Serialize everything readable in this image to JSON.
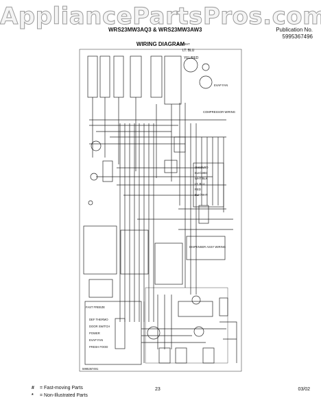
{
  "header": {
    "watermark": "AppliancePartsPros.com",
    "model": "WRS23MW3AQ3 & WRS23MW3AW3",
    "publication_label": "Publication No.",
    "publication_number": "5995367496",
    "diagram_title": "WIRING DIAGRAM"
  },
  "diagram": {
    "top_labels": [
      "LT. BLU",
      "YEL/RED",
      "BLU/WHT"
    ],
    "labels_left": [
      "FAST FREEZE",
      "DEF THERMO",
      "DOOR SWITCH",
      "POWER",
      "EVAP FAN",
      "FRESH FOOD"
    ],
    "labels_middle": [
      "OHM/VTO",
      "BLK/MED",
      "WHT/BLK",
      "LT. BLU",
      "RED",
      "BLK/WHT"
    ],
    "labels_right": [
      "DISPENSER ASSY WIRING",
      "EVAP FAN",
      "COMPRESSOR WIRING"
    ],
    "part_number": "5995367491"
  },
  "footer": {
    "fast_moving_mark": "#",
    "fast_moving_label": "= Fast-moving Parts",
    "non_illustrated_mark": "*",
    "non_illustrated_label": "= Non-Illustrated Parts",
    "page_number": "23",
    "date": "03/02"
  }
}
